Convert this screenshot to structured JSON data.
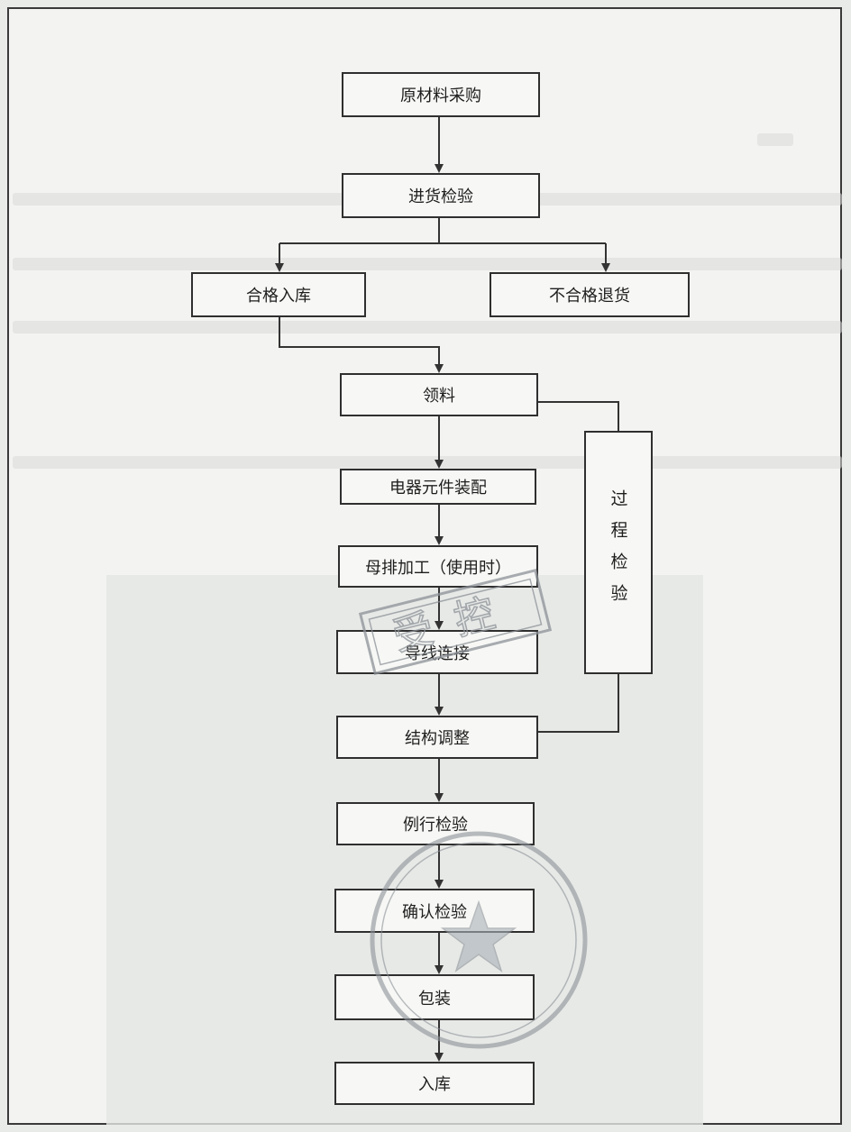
{
  "nodes": {
    "purchase": "原材料采购",
    "incoming_inspection": "进货检验",
    "qualified_storage": "合格入库",
    "unqualified_return": "不合格退货",
    "material_pick": "领料",
    "component_assembly": "电器元件装配",
    "busbar_processing": "母排加工（使用时）",
    "wire_connection": "导线连接",
    "structure_adjust": "结构调整",
    "routine_inspection": "例行检验",
    "confirm_inspection": "确认检验",
    "packaging": "包装",
    "final_storage": "入库",
    "process_inspection": "过程检验"
  },
  "stamps": {
    "controlled": "受控"
  },
  "colors": {
    "box_border": "#2f2f2f",
    "arrow": "#333333",
    "stamp": "#8d9298"
  }
}
